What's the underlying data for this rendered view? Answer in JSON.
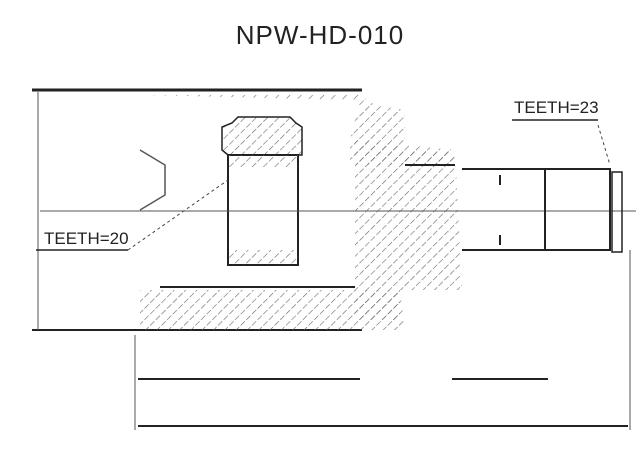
{
  "title": "NPW-HD-010",
  "labels": {
    "teeth_outer": "TEETH=23",
    "teeth_inner": "TEETH=20"
  },
  "colors": {
    "line": "#222222",
    "hatch": "#555555"
  }
}
